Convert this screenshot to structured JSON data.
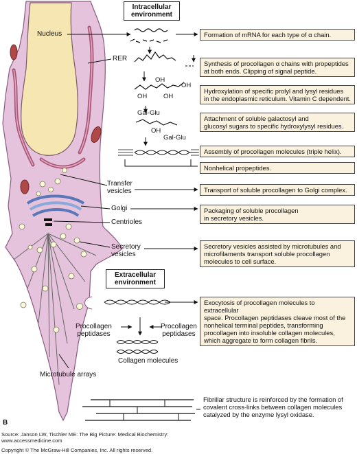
{
  "headers": {
    "intracellular_line1": "Intracellular",
    "intracellular_line2": "environment",
    "extracellular_line1": "Extracellular",
    "extracellular_line2": "environment"
  },
  "cell_labels": {
    "nucleus": "Nucleus",
    "rer": "RER",
    "transfer_vesicles_1": "Transfer",
    "transfer_vesicles_2": "vesicles",
    "golgi": "Golgi",
    "centrioles": "Centrioles",
    "secretory_vesicles_1": "Secretory",
    "secretory_vesicles_2": "vesicles",
    "microtubule_arrays": "Microtubule arrays",
    "procollagen_peptidases_left_1": "Procollagen",
    "procollagen_peptidases_left_2": "peptidases",
    "procollagen_peptidases_right_1": "Procollagen",
    "procollagen_peptidases_right_2": "peptidases",
    "collagen_molecules": "Collagen molecules",
    "panel_letter": "B"
  },
  "chem_labels": {
    "oh1": "OH",
    "oh2": "OH",
    "oh3": "OH",
    "oh4": "OH",
    "galglu1": "Gal-Glu",
    "oh5": "OH",
    "galglu2": "Gal-Glu"
  },
  "steps": [
    {
      "line1": "Formation of mRNA for each type of α chain."
    },
    {
      "line1": "Synthesis of procollagen α chains with propeptides",
      "line2": "at both ends. Clipping of signal peptide."
    },
    {
      "line1": "Hydroxylation of specific prolyl and lysyl residues",
      "line2": "in the endoplasmic reticulum. Vitamin C dependent."
    },
    {
      "line1": "Attachment of soluble galactosyl and",
      "line2": "glucosyl sugars to specific hydroxylysyl residues."
    },
    {
      "line1": "Assembly of procollagen molecules (triple helix)."
    },
    {
      "line1": "Nonhelical propeptides."
    },
    {
      "line1": "Transport of soluble procollagen to Golgi complex."
    },
    {
      "line1": "Packaging of soluble procollagen",
      "line2": "in secretory vesicles."
    },
    {
      "line1": "Secretory vesicles assisted by microtubules and",
      "line2": "microfilaments transport soluble procollagen",
      "line3": "molecules to cell surface."
    },
    {
      "line1": "Exocytosis of procollagen molecules to extracellular",
      "line2": "space. Procollagen peptidases cleave most of the",
      "line3": "nonhelical terminal peptides, transforming",
      "line4": "procollagen into insoluble collagen molecules,",
      "line5": "which aggregate to form collagen fibrils."
    },
    {
      "line1": "Fibrillar structure is reinforced by the formation of",
      "line2": "covalent cross-links between collagen molecules",
      "line3": "catalyzed by the enzyme lysyl oxidase."
    }
  ],
  "footer": {
    "source_line1": "Source: Janson LW, Tischler ME: The Big Picture: Medical Biochemistry:",
    "source_line2": "www.accessmedicine.com",
    "copyright": "Copyright © The McGraw-Hill Companies, Inc. All rights reserved."
  },
  "colors": {
    "cell_fill": "#e6c3dc",
    "nucleus_fill": "#f6e6b2",
    "rer_fill": "#a85a7a",
    "mito_fill": "#b04848",
    "golgi_fill": "#8aa8d8",
    "vesicle_fill": "#fbf8dc",
    "box_fill": "#faf2df"
  }
}
